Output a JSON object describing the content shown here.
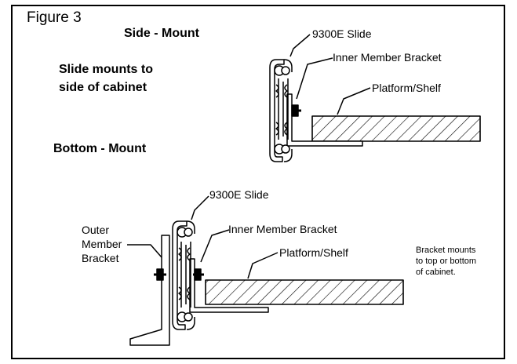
{
  "figure_label": "Figure 3",
  "side_mount": {
    "heading": "Side - Mount",
    "note_line1": "Slide mounts to",
    "note_line2": "side of cabinet",
    "slide_label": "9300E Slide",
    "inner_bracket_label": "Inner Member Bracket",
    "platform_label": "Platform/Shelf"
  },
  "bottom_mount": {
    "heading": "Bottom - Mount",
    "slide_label": "9300E Slide",
    "outer_bracket_line1": "Outer",
    "outer_bracket_line2": "Member",
    "outer_bracket_line3": "Bracket",
    "inner_bracket_label": "Inner Member Bracket",
    "platform_label": "Platform/Shelf",
    "note_line1": "Bracket mounts",
    "note_line2": "to top or bottom",
    "note_line3": "of cabinet."
  }
}
